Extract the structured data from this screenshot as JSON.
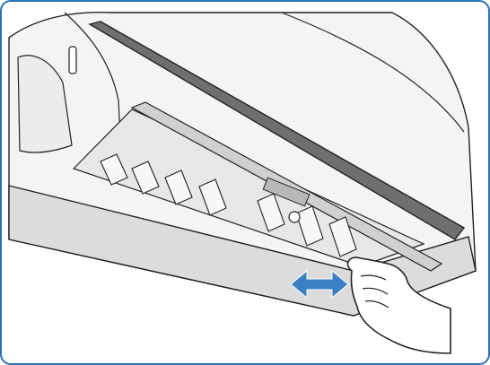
{
  "figure": {
    "subject": "air-conditioner-indoor-unit-vane-adjustment",
    "colors": {
      "frame": "#2b6fb4",
      "arrow": "#3b7fc4",
      "body": "#f4f4f4",
      "shadow": "#d9d9d9",
      "panel_bar": "#6f6f6f",
      "line": "#222222"
    },
    "icons": {
      "arrow": "double-headed-horizontal-arrow",
      "hand": "hand-outline"
    }
  }
}
